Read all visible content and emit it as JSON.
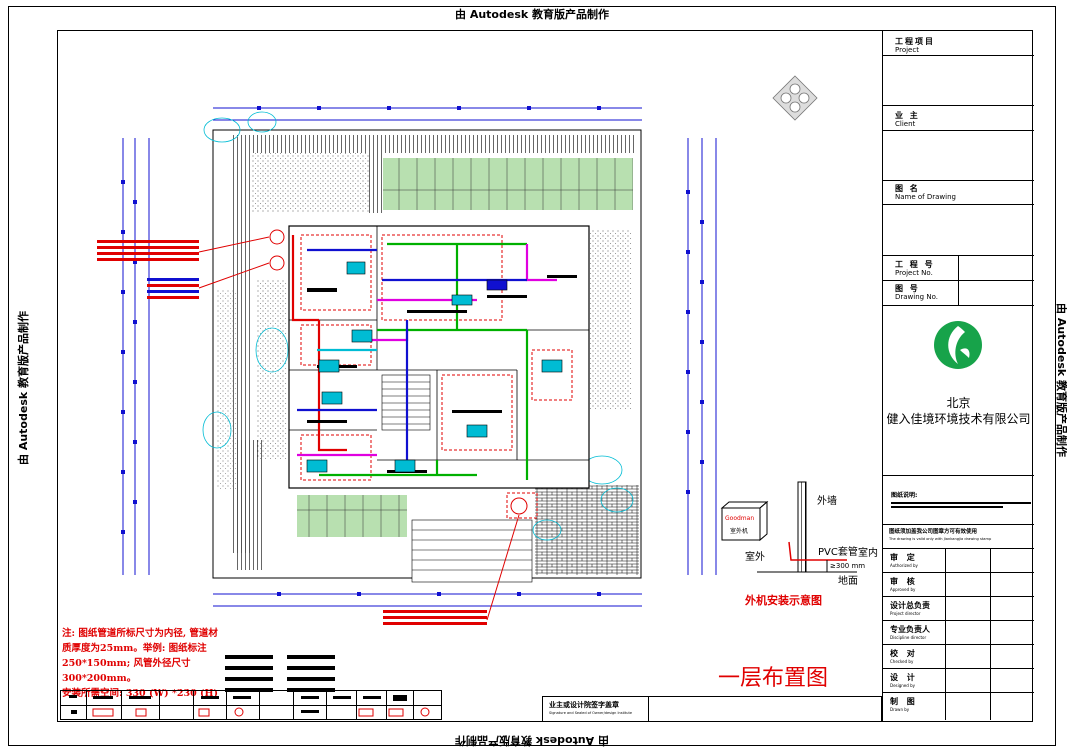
{
  "watermark": {
    "text": "由 Autodesk 教育版产品制作"
  },
  "title_block": {
    "project_cn": "工程项目",
    "project_en": "Project",
    "client_cn": "业 主",
    "client_en": "Client",
    "drawing_name_cn": "图 名",
    "drawing_name_en": "Name of Drawing",
    "project_no_cn": "工 程 号",
    "project_no_en": "Project No.",
    "drawing_no_cn": "图 号",
    "drawing_no_en": "Drawing No.",
    "company_city": "北京",
    "company_name": "健入佳境环境技术有限公司",
    "note_heading": "图纸说明:",
    "stamp_cn": "图纸须加盖我公司图章方可有效使用",
    "stamp_en": "The drawing is valid only with Jiankangjia drawing stamp",
    "signoffs": [
      {
        "cn": "审 定",
        "en": "Authorized by"
      },
      {
        "cn": "审 核",
        "en": "Approved by"
      },
      {
        "cn": "设计总负责",
        "en": "Project director"
      },
      {
        "cn": "专业负责人",
        "en": "Discipline director"
      },
      {
        "cn": "校 对",
        "en": "Checked by"
      },
      {
        "cn": "设 计",
        "en": "Designed by"
      },
      {
        "cn": "制 图",
        "en": "Drawn by"
      }
    ]
  },
  "drawing": {
    "title": "一层布置图",
    "notes": [
      "注: 图纸管道所标尺寸为内径, 管道材",
      "质厚度为25mm。举例: 图纸标注",
      "250*150mm; 风管外径尺寸300*200mm。",
      "安装所需空间: 330 (W) *230 (H)"
    ],
    "seal_cn": "业主或设计院签字盖章",
    "seal_en": "Signature and Sealed of Owner/design Institute"
  },
  "install_detail": {
    "title": "外机安装示意图",
    "outer_wall": "外墙",
    "outdoor": "室外",
    "indoor": "室内",
    "pipe": "PVC套管",
    "ground": "地面",
    "height": "≥300 mm",
    "unit_brand": "Goodman",
    "unit_label": "室外机"
  },
  "colors": {
    "accent_red": "#e00000",
    "pipe_blue": "#1010d0",
    "duct_green": "#00b000",
    "cyan": "#00bcd4",
    "magenta": "#e000e0"
  }
}
